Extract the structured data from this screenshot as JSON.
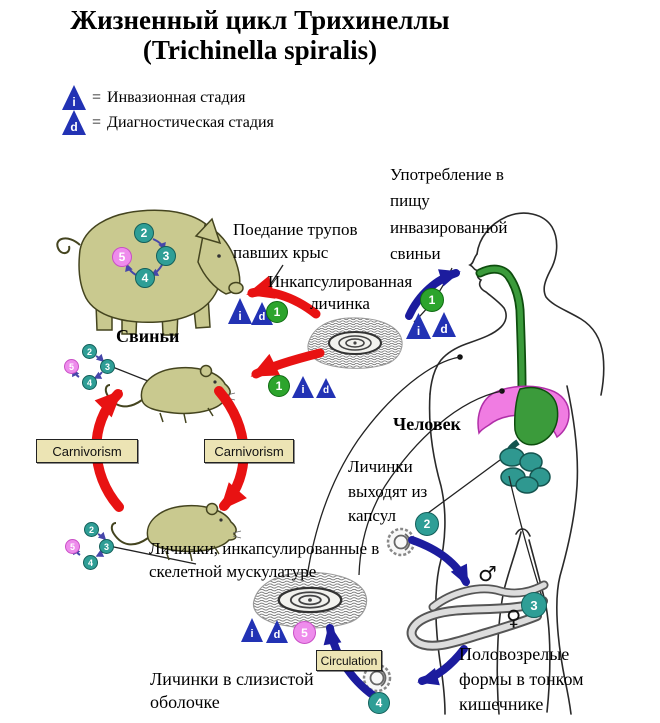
{
  "title": {
    "line1": "Жизненный цикл Трихинеллы",
    "line2": "(Trichinella spiralis)"
  },
  "legend": {
    "equals": "=",
    "invasive": {
      "symbol": "i",
      "label": "Инвазионная стадия"
    },
    "diagnostic": {
      "symbol": "d",
      "label": "Диагностическая стадия"
    }
  },
  "stages": {
    "n1": "1",
    "n2": "2",
    "n3": "3",
    "n4": "4",
    "n5": "5"
  },
  "labels": {
    "pigs": "Свиньи",
    "human": "Человек",
    "eating_rat_corpses": "Поедание трупов павших крыс",
    "encapsulated_larva": "Инкапсулированная личинка",
    "eating_infected_pork": "Употребление в пищу инвазированной свиньи",
    "larvae_released": "Личинки выходят из капсул",
    "larvae_in_muscle": "Личинки, инкапсулированные в скелетной мускулатуре",
    "larvae_in_mucosa": "Личинки в слизистой оболочке",
    "adult_worms": "Половозрелые формы в тонком кишечнике",
    "carnivorism": "Carnivorism",
    "circulation": "Circulation"
  },
  "symbols": {
    "male": "♂",
    "female": "♀"
  },
  "colors": {
    "stage_teal": "#2f9e96",
    "stage_green": "#2ca42c",
    "stage_pink": "#ee8cec",
    "triangle_blue": "#2232b4",
    "arrow_red": "#e81212",
    "arrow_blue": "#1c1c9e",
    "animal_fill": "#c9c98f",
    "box_bg": "#ece4b4"
  }
}
